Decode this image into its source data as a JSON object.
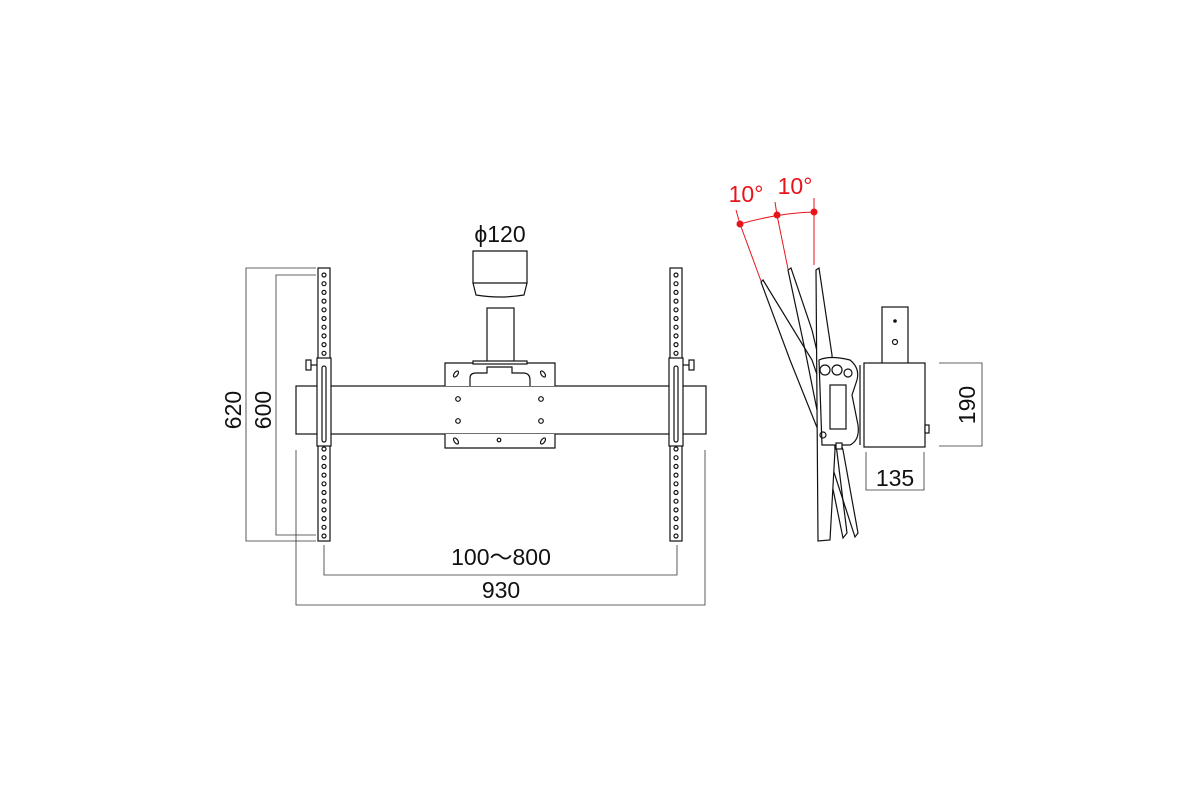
{
  "front_view": {
    "pole_diameter_label": "ϕ120",
    "height_outer_label": "620",
    "height_inner_label": "600",
    "rail_spacing_label": "100〜800",
    "width_label": "930"
  },
  "side_view": {
    "tilt_labels": [
      "10°",
      "10°"
    ],
    "depth_label": "135",
    "height_label": "190"
  },
  "colors": {
    "line": "#111111",
    "accent": "#e8141c"
  }
}
